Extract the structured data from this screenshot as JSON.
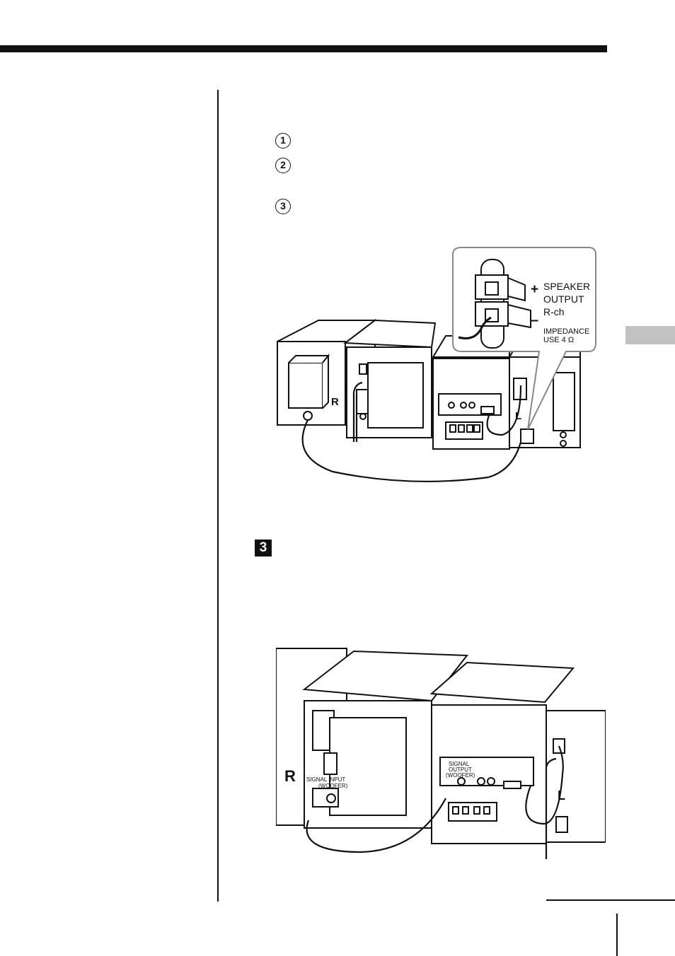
{
  "steps": [
    "1",
    "2",
    "3"
  ],
  "section_marker": "3",
  "figure1": {
    "callout_lines": [
      "SPEAKER",
      "OUTPUT",
      "R-ch",
      "IMPEDANCE",
      "USE 4 Ω"
    ],
    "plus": "+",
    "minus": "–",
    "right_label": "R",
    "left_label": "L"
  },
  "figure2": {
    "right_label": "R",
    "left_label": "L",
    "signal_input": [
      "SIGNAL INPUT",
      "(WOOFER)"
    ],
    "signal_output": [
      "SIGNAL",
      "OUTPUT",
      "(WOOFER)"
    ]
  }
}
